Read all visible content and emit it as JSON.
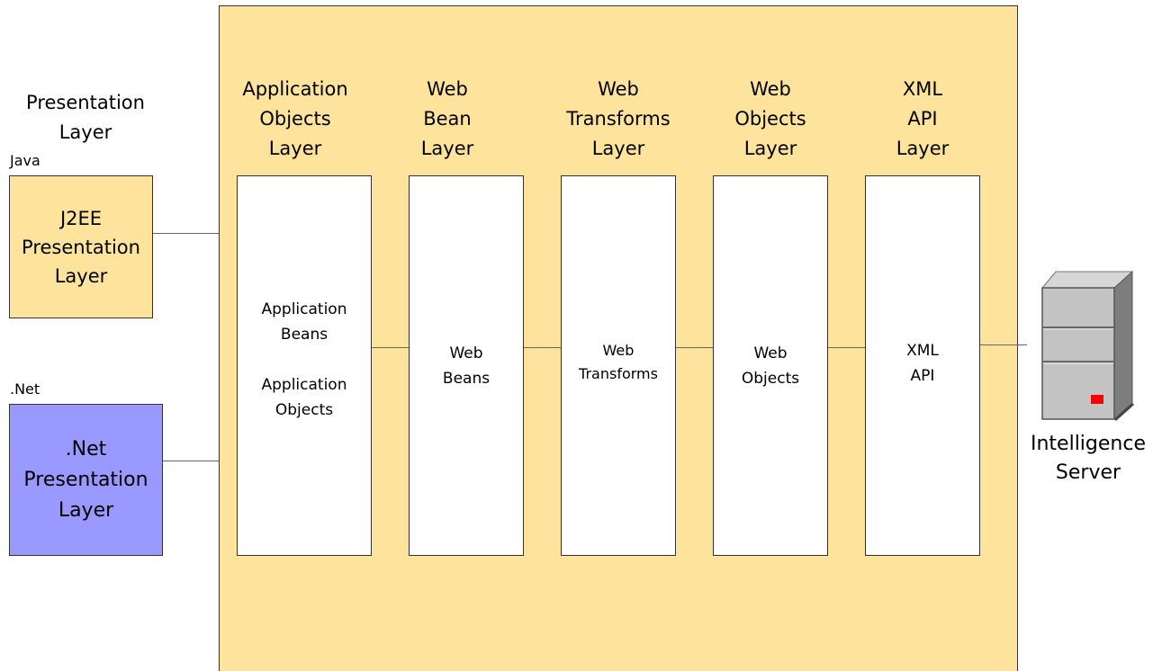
{
  "presentation_header": "Presentation\nLayer",
  "java_label": "Java",
  "net_label": ".Net",
  "j2ee_box": "J2EE\nPresentation\nLayer",
  "dotnet_box": ".Net\nPresentation\nLayer",
  "layers": [
    {
      "header": "Application\nObjects\nLayer",
      "content": "Application\nBeans\n\nApplication\nObjects"
    },
    {
      "header": "Web\nBean\nLayer",
      "content": "Web\nBeans"
    },
    {
      "header": "Web\nTransforms\nLayer",
      "content": "Web\nTransforms"
    },
    {
      "header": "Web\nObjects\nLayer",
      "content": "Web\nObjects"
    },
    {
      "header": "XML\nAPI\nLayer",
      "content": "XML\nAPI"
    }
  ],
  "server_label": "Intelligence\nServer",
  "colors": {
    "container": "#fde39c",
    "j2ee_box": "#fde39c",
    "dotnet_box": "#9999ff",
    "server_light": "#c8c8c8",
    "server_dark": "#8a8a8a",
    "server_led": "#ff0000"
  }
}
